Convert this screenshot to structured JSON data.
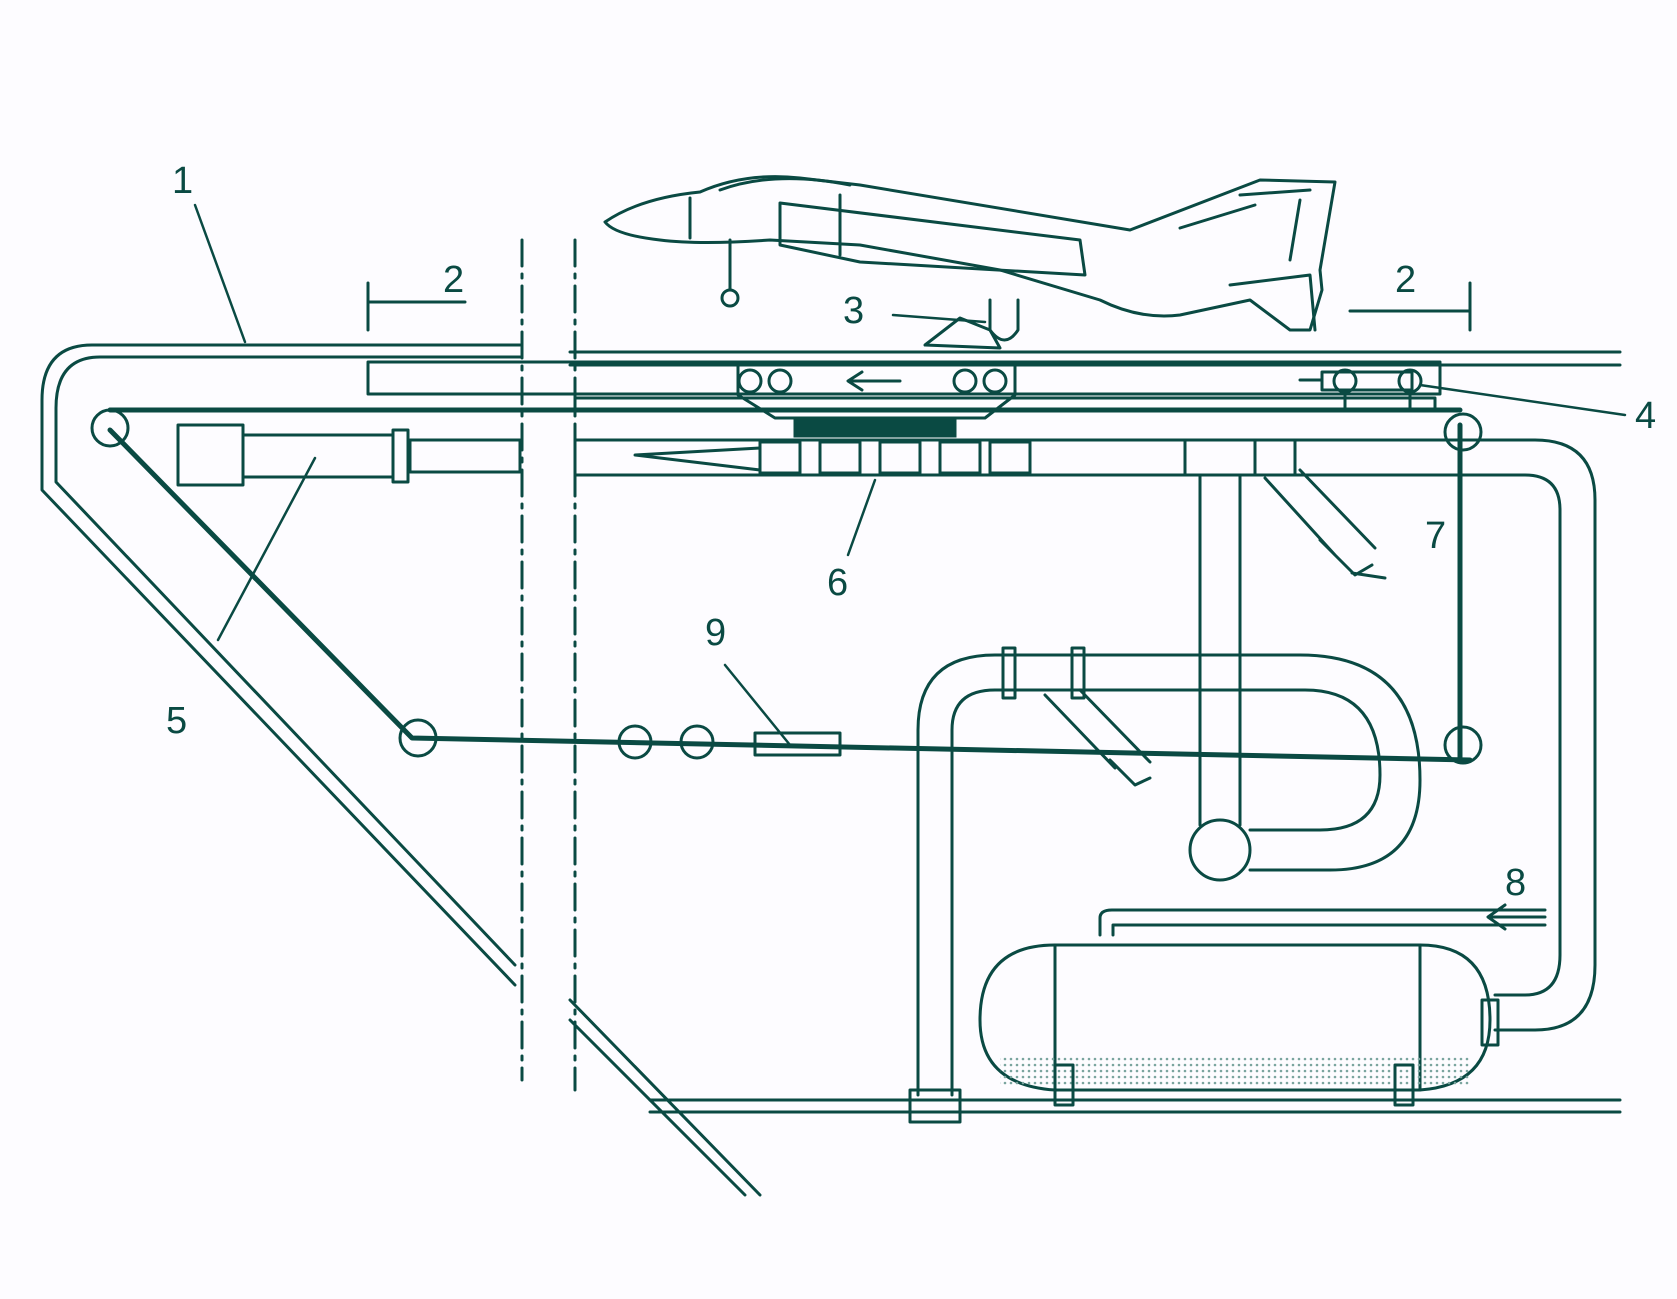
{
  "colors": {
    "ink": "#0a4a43",
    "background": "#fdfcff",
    "fill": "#ffffff",
    "hatch": "#7aa49e"
  },
  "labels": {
    "l1": "1",
    "l2a": "2",
    "l2b": "2",
    "l3": "3",
    "l4": "4",
    "l5": "5",
    "l6": "6",
    "l7": "7",
    "l8": "8",
    "l9": "9"
  }
}
